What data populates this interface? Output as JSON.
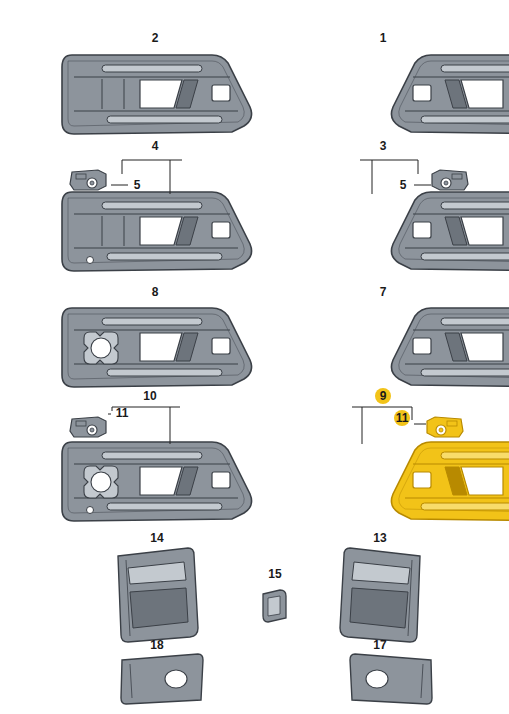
{
  "diagram": {
    "labels": [
      "2",
      "1",
      "4",
      "5",
      "3",
      "5",
      "8",
      "7",
      "10",
      "11",
      "9",
      "11",
      "14",
      "15",
      "13",
      "18",
      "17"
    ]
  }
}
